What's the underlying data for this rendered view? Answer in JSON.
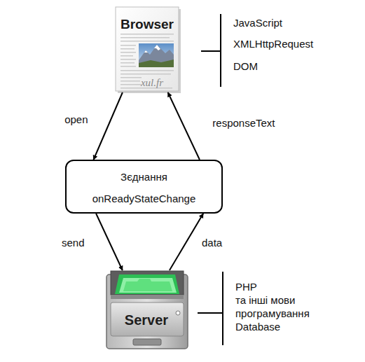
{
  "diagram": {
    "nodes": [
      {
        "text": [
          "Browser"
        ]
      },
      {
        "text": [
          "Зєднання",
          "onReadyStateChange"
        ]
      },
      {
        "text": [
          "Server"
        ]
      }
    ],
    "edges": [
      {
        "from": 0,
        "to": 1,
        "label": "open",
        "arrow": "to"
      },
      {
        "from": 1,
        "to": 0,
        "label": "responseText",
        "arrow": "to"
      },
      {
        "from": 1,
        "to": 2,
        "label": "send",
        "arrow": "to"
      },
      {
        "from": 2,
        "to": 1,
        "label": "data",
        "arrow": "to"
      }
    ],
    "labels": [
      "xul.fr",
      "JavaScript",
      "XMLHttpRequest",
      "DOM",
      "PHP",
      "та інші мови програмування",
      "Database"
    ]
  }
}
